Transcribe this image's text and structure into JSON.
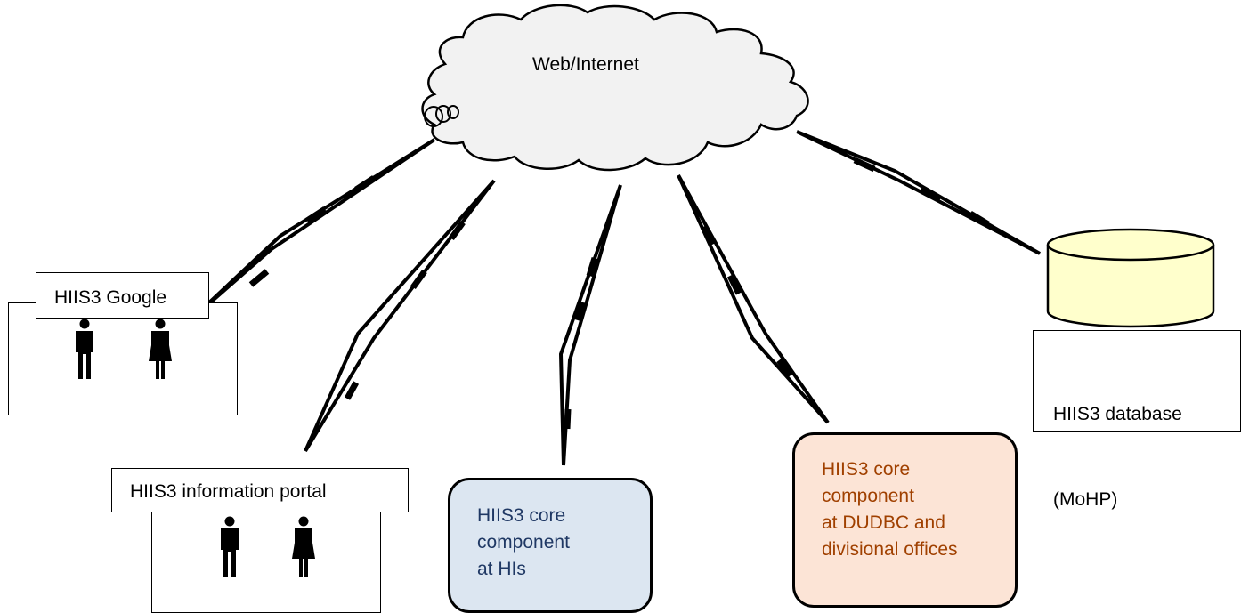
{
  "nodes": {
    "cloud": {
      "label": "Web/Internet",
      "fill": "#f2f2f2"
    },
    "google": {
      "label": "HIIS3 Google"
    },
    "portal": {
      "label": "HIIS3 information portal"
    },
    "core_his": {
      "lines": [
        "HIIS3 core",
        "component",
        "at HIs"
      ],
      "fill": "#dce6f1",
      "text_color": "#1f3864"
    },
    "core_dudbc": {
      "lines": [
        "HIIS3 core",
        "component",
        "at DUDBC and",
        "divisional offices"
      ],
      "fill": "#fce4d6",
      "text_color": "#a04000"
    },
    "database": {
      "lines": [
        "HIIS3 database",
        "(MoHP)"
      ],
      "fill": "#ffffcc"
    }
  },
  "icons": [
    "male-user-icon",
    "female-user-icon"
  ]
}
